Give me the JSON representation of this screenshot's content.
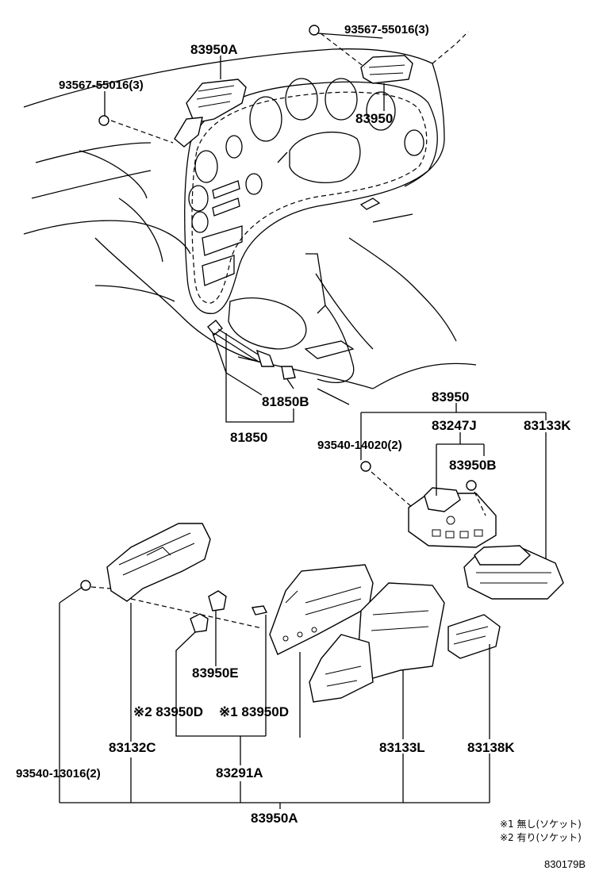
{
  "labels": {
    "p1": "93567-55016(3)",
    "p2": "83950A",
    "p3": "93567-55016(3)",
    "p4": "83950",
    "p5": "81850B",
    "p6": "81850",
    "p7": "83950",
    "p8": "83247J",
    "p9": "83133K",
    "p10": "93540-14020(2)",
    "p11": "83950B",
    "p12": "83950E",
    "p13": "※2 83950D",
    "p14": "※1 83950D",
    "p15": "83132C",
    "p16": "83133L",
    "p17": "83138K",
    "p18": "93540-13016(2)",
    "p19": "83291A",
    "p20": "83950A"
  },
  "notes": {
    "n1": "※1 無し(ソケット)",
    "n2": "※2 有り(ソケット)"
  },
  "diagram_code": "830179B"
}
